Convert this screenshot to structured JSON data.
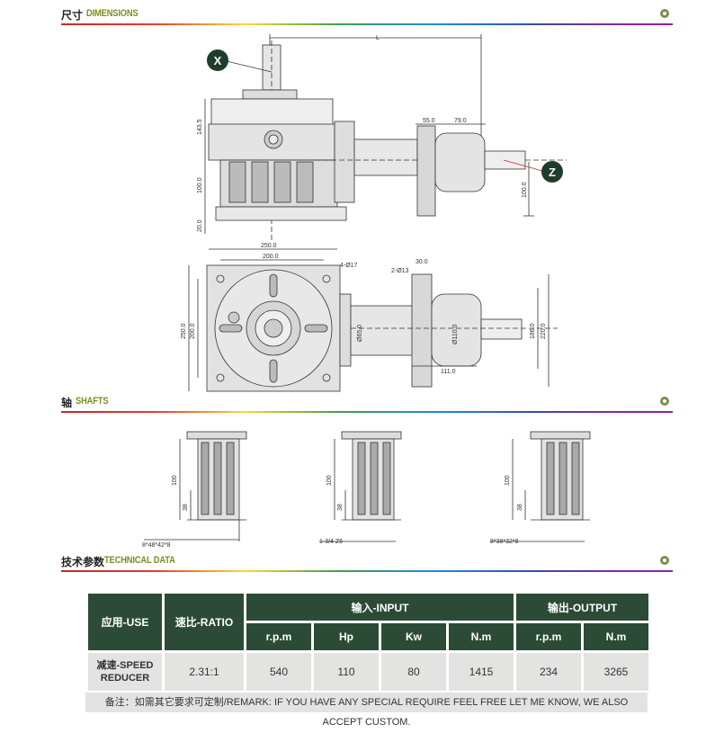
{
  "sections": {
    "dimensions": {
      "cn": "尺寸",
      "en": "DIMENSIONS"
    },
    "shafts": {
      "cn": "轴",
      "en": "SHAFTS"
    },
    "technical": {
      "cn": "技术参数",
      "en": "TECHNICAL DATA"
    }
  },
  "drawing_top": {
    "label_x": "X",
    "label_z": "Z",
    "dims": {
      "L": "L",
      "h1": "143.5",
      "h2": "100.0",
      "h3": "20.0",
      "d55": "55.0",
      "d79": "79.0",
      "h4": "100.0"
    }
  },
  "drawing_plan": {
    "dims": {
      "w250": "250.0",
      "w200": "200.0",
      "hole": "4-Ø17",
      "hole2": "2-Ø13",
      "d30": "30.0",
      "v250": "250.0",
      "v200": "200.0",
      "d65": "Ø65.0",
      "d110": "Ø110.0",
      "d111": "111.0",
      "v186": "186.0",
      "v220": "220.0"
    }
  },
  "shafts": [
    {
      "spline": "8*48*42*8",
      "len": "100",
      "sub": "38"
    },
    {
      "spline": "1-3/4 Z6",
      "len": "100",
      "sub": "38"
    },
    {
      "spline": "8*38*32*8",
      "len": "100",
      "sub": "38"
    }
  ],
  "table": {
    "use_header": "应用-USE",
    "ratio_header": "速比-RATIO",
    "input_header": "输入-INPUT",
    "output_header": "输出-OUTPUT",
    "sub": [
      "r.p.m",
      "Hp",
      "Kw",
      "N.m",
      "r.p.m",
      "N.m"
    ],
    "row": {
      "use": "减速-SPEED REDUCER",
      "ratio": "2.31:1",
      "rpm_in": "540",
      "hp": "110",
      "kw": "80",
      "nm_in": "1415",
      "rpm_out": "234",
      "nm_out": "3265"
    }
  },
  "note": "备注：如需其它要求可定制/REMARK: IF YOU HAVE ANY SPECIAL REQUIRE FEEL FREE LET ME KNOW, WE ALSO ACCEPT CUSTOM."
}
